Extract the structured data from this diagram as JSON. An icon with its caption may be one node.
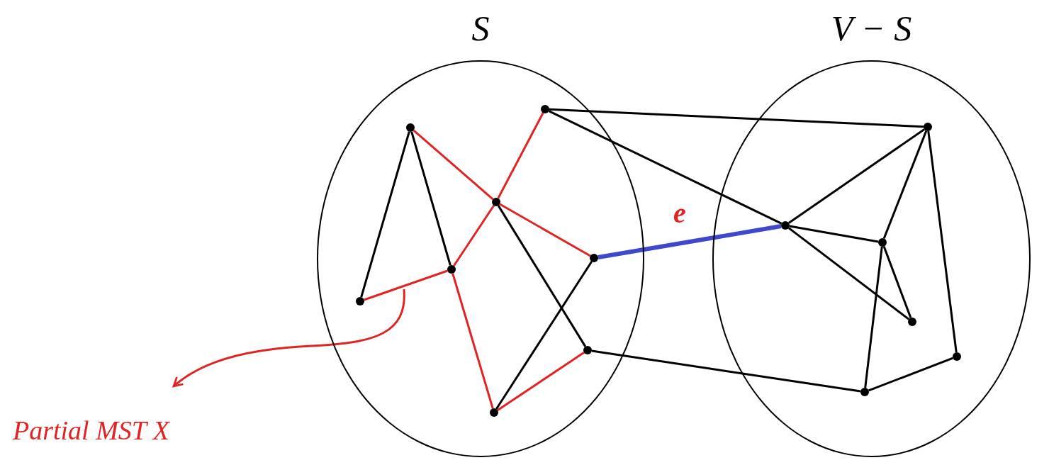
{
  "diagram": {
    "nodes": [
      {
        "text": [
          "S"
        ]
      },
      {
        "text": [
          "V − S"
        ]
      },
      {
        "text": [],
        "shape": "circle",
        "in": 0
      },
      {
        "text": [],
        "shape": "circle",
        "in": 0
      },
      {
        "text": [],
        "shape": "circle",
        "in": 0
      },
      {
        "text": [],
        "shape": "circle",
        "in": 0
      },
      {
        "text": [],
        "shape": "circle",
        "in": 0
      },
      {
        "text": [],
        "shape": "circle",
        "in": 0
      },
      {
        "text": [],
        "shape": "circle",
        "in": 0
      },
      {
        "text": [],
        "shape": "circle",
        "in": 0
      },
      {
        "text": [],
        "shape": "circle",
        "in": 1
      },
      {
        "text": [],
        "shape": "circle",
        "in": 1
      },
      {
        "text": [],
        "shape": "circle",
        "in": 1
      },
      {
        "text": [],
        "shape": "circle",
        "in": 1
      },
      {
        "text": [],
        "shape": "circle",
        "in": 1
      },
      {
        "text": [],
        "shape": "circle",
        "in": 1
      },
      {
        "text": [
          "Partial MST X"
        ]
      }
    ],
    "edges": [
      {
        "from": 2,
        "to": 5,
        "arrow": "none"
      },
      {
        "from": 2,
        "to": 6,
        "arrow": "none"
      },
      {
        "from": 2,
        "to": 4,
        "arrow": "none",
        "color": "#e02424"
      },
      {
        "from": 3,
        "to": 4,
        "arrow": "none",
        "color": "#e02424"
      },
      {
        "from": 4,
        "to": 7,
        "arrow": "none",
        "color": "#e02424"
      },
      {
        "from": 4,
        "to": 6,
        "arrow": "none",
        "color": "#e02424"
      },
      {
        "from": 5,
        "to": 6,
        "arrow": "none",
        "color": "#e02424"
      },
      {
        "from": 6,
        "to": 9,
        "arrow": "none",
        "color": "#e02424"
      },
      {
        "from": 9,
        "to": 8,
        "arrow": "none",
        "color": "#e02424"
      },
      {
        "from": 4,
        "to": 8,
        "arrow": "none"
      },
      {
        "from": 7,
        "to": 9,
        "arrow": "none"
      },
      {
        "from": 7,
        "to": 11,
        "arrow": "none",
        "label": "e",
        "style": "thick",
        "color": "#3f48cc"
      },
      {
        "from": 3,
        "to": 10,
        "arrow": "none"
      },
      {
        "from": 3,
        "to": 11,
        "arrow": "none"
      },
      {
        "from": 8,
        "to": 15,
        "arrow": "none"
      },
      {
        "from": 10,
        "to": 11,
        "arrow": "none"
      },
      {
        "from": 10,
        "to": 12,
        "arrow": "none"
      },
      {
        "from": 10,
        "to": 14,
        "arrow": "none"
      },
      {
        "from": 11,
        "to": 12,
        "arrow": "none"
      },
      {
        "from": 11,
        "to": 13,
        "arrow": "none"
      },
      {
        "from": 12,
        "to": 13,
        "arrow": "none"
      },
      {
        "from": 12,
        "to": 15,
        "arrow": "none"
      },
      {
        "from": 15,
        "to": 14,
        "arrow": "none"
      },
      {
        "from": null,
        "to": 16,
        "arrow": "to",
        "color": "#e02424"
      }
    ]
  }
}
